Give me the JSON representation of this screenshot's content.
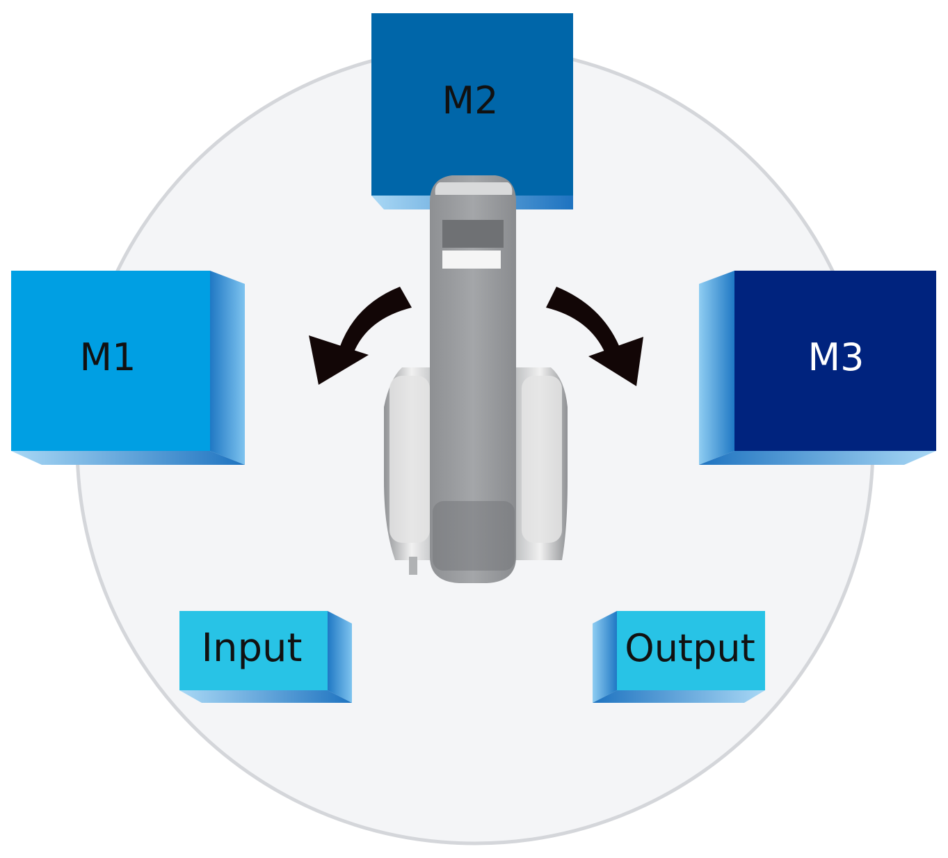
{
  "stations": {
    "m1": {
      "label": "M1",
      "color": "#009fe3",
      "text_color": "#111111"
    },
    "m2": {
      "label": "M2",
      "color": "#0066a9",
      "text_color": "#111111"
    },
    "m3": {
      "label": "M3",
      "color": "#00237e",
      "text_color": "#ffffff"
    },
    "input": {
      "label": "Input",
      "color": "#28c3e6",
      "text_color": "#111111"
    },
    "output": {
      "label": "Output",
      "color": "#28c3e6",
      "text_color": "#111111"
    }
  },
  "colors": {
    "workspace_circle": "#f4f5f7",
    "workspace_border": "#d4d6da",
    "arrow": "#120606",
    "robot": "#9a9c9f"
  },
  "icons": {
    "robot": "robot-arm-icon",
    "arrow_left": "rotate-left-arrow-icon",
    "arrow_right": "rotate-right-arrow-icon"
  }
}
